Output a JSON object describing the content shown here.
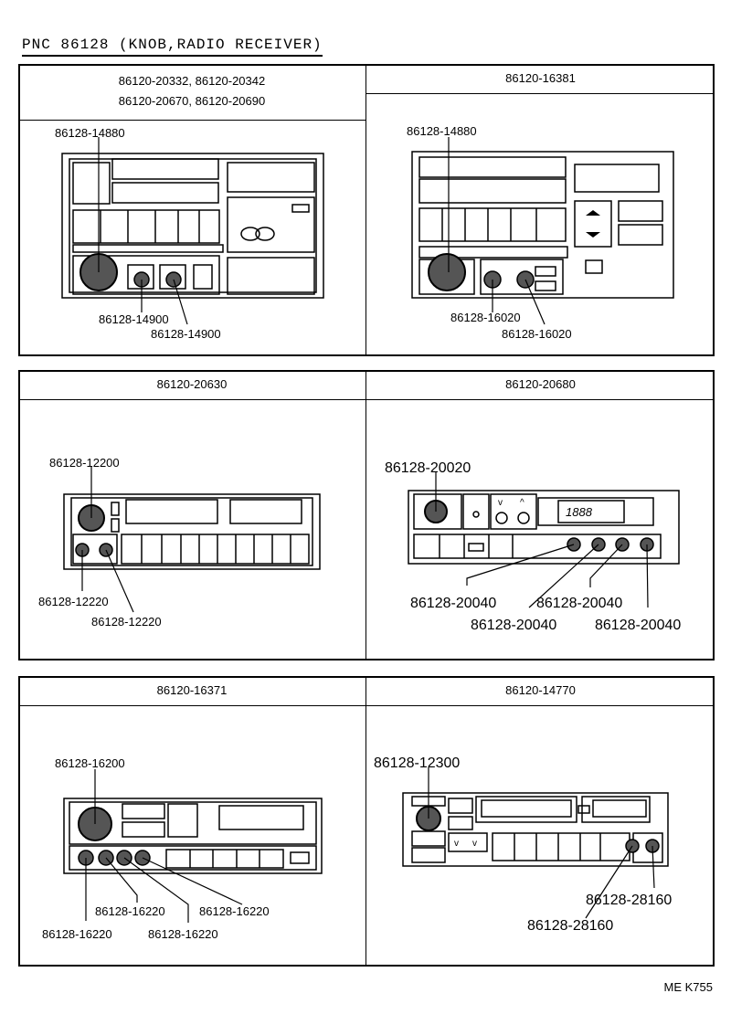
{
  "title": "PNC  86128   (KNOB,RADIO RECEIVER)",
  "panels": {
    "p1": {
      "models": [
        "86120-20332, 86120-20342",
        "86120-20670, 86120-20690"
      ],
      "labels": [
        "86128-14880",
        "86128-14900",
        "86128-14900"
      ]
    },
    "p2": {
      "models": [
        "86120-16381"
      ],
      "labels": [
        "86128-14880",
        "86128-16020",
        "86128-16020"
      ]
    },
    "p3": {
      "models": [
        "86120-20630"
      ],
      "labels": [
        "86128-12200",
        "86128-12220",
        "86128-12220"
      ]
    },
    "p4": {
      "models": [
        "86120-20680"
      ],
      "display": "1888",
      "labels": [
        "86128-20020",
        "86128-20040",
        "86128-20040",
        "86128-20040",
        "86128-20040"
      ]
    },
    "p5": {
      "models": [
        "86120-16371"
      ],
      "labels": [
        "86128-16200",
        "86128-16220",
        "86128-16220",
        "86128-16220",
        "86128-16220"
      ]
    },
    "p6": {
      "models": [
        "86120-14770"
      ],
      "labels": [
        "86128-12300",
        "86128-28160",
        "86128-28160"
      ]
    }
  },
  "footer": "ME  K755"
}
